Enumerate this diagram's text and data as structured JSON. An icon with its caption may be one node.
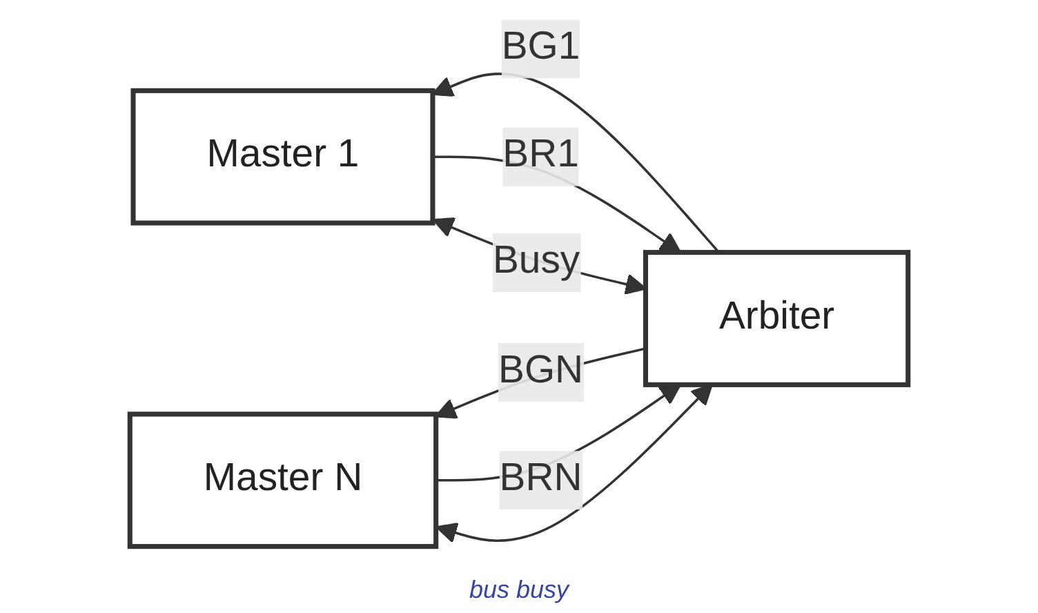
{
  "diagram": {
    "nodes": [
      {
        "text": [
          "Arbiter"
        ]
      },
      {
        "text": [
          "Master 1"
        ]
      },
      {
        "text": [
          "Master N"
        ]
      }
    ],
    "edges": [
      {
        "from": 1,
        "to": 0,
        "arrow": "to",
        "label": "BR1"
      },
      {
        "from": 0,
        "to": 1,
        "arrow": "to",
        "label": "BG1"
      },
      {
        "from": 2,
        "to": 0,
        "arrow": "to",
        "label": "BRN"
      },
      {
        "from": 0,
        "to": 2,
        "arrow": "to",
        "label": "BGN"
      },
      {
        "from": 1,
        "to": 0,
        "arrow": "both",
        "label": "Busy"
      },
      {
        "from": 2,
        "to": 0,
        "arrow": "both"
      }
    ],
    "labels": [
      "bus busy"
    ]
  }
}
